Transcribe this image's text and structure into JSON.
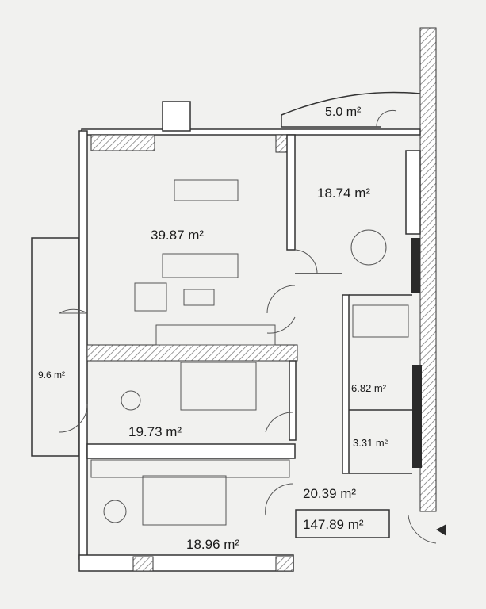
{
  "plan": {
    "rooms": [
      {
        "id": "balcony-top",
        "area": "5.0 m²"
      },
      {
        "id": "kitchen",
        "area": "18.74 m²"
      },
      {
        "id": "living-room",
        "area": "39.87 m²"
      },
      {
        "id": "balcony-left",
        "area": "9.6 m²"
      },
      {
        "id": "bedroom-1",
        "area": "19.73 m²"
      },
      {
        "id": "bathroom",
        "area": "6.82 m²"
      },
      {
        "id": "wc",
        "area": "3.31 m²"
      },
      {
        "id": "hall",
        "area": "20.39 m²"
      },
      {
        "id": "bedroom-2",
        "area": "18.96 m²"
      }
    ],
    "total_area": "147.89 m²"
  },
  "colors": {
    "wall": "#333333",
    "background": "#f1f1ef",
    "hatch": "#777777"
  }
}
